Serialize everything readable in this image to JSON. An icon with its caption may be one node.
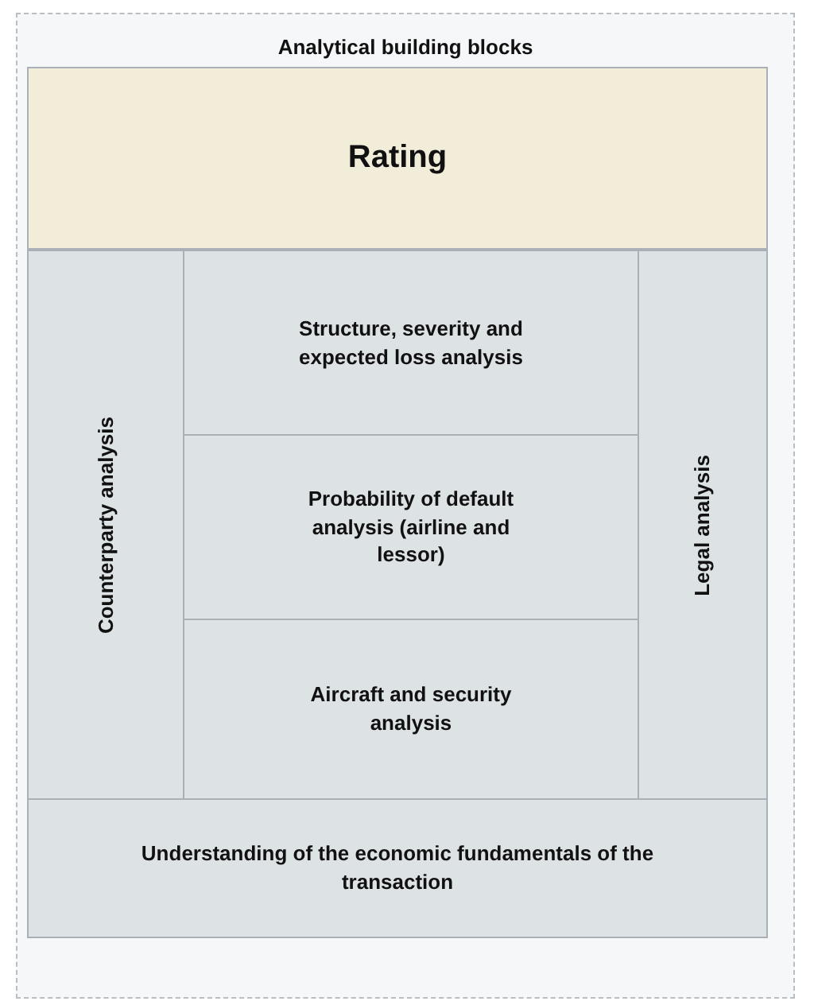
{
  "diagram": {
    "nodes": [
      {
        "text": [
          "Analytical building blocks"
        ]
      },
      {
        "text": [
          "Rating"
        ],
        "in": 0
      },
      {
        "text": [
          "Counterparty analysis"
        ],
        "in": 0
      },
      {
        "text": [
          "Structure, severity and expected loss analysis"
        ],
        "in": 0
      },
      {
        "text": [
          "Probability of default analysis (airline and lessor)"
        ],
        "in": 0
      },
      {
        "text": [
          "Aircraft and security analysis"
        ],
        "in": 0
      },
      {
        "text": [
          "Legal analysis"
        ],
        "in": 0
      },
      {
        "text": [
          "Understanding of the economic fundamentals of the transaction"
        ],
        "in": 0
      }
    ],
    "edges": []
  }
}
